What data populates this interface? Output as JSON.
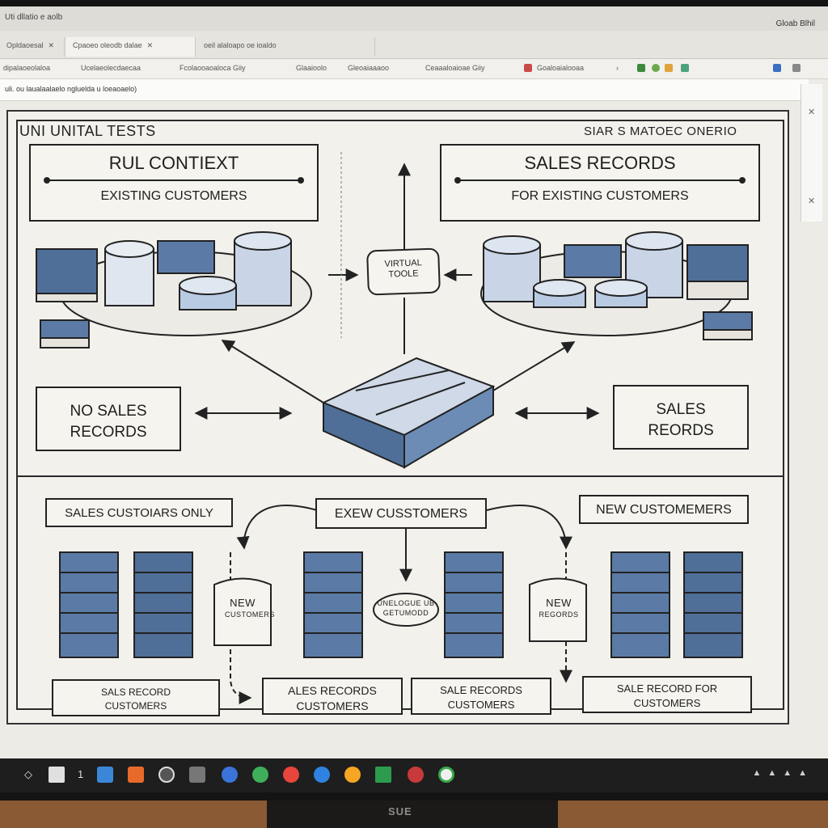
{
  "window": {
    "title": "Uti dllatio e aolb",
    "corner_label": "Gloab Blhil"
  },
  "tabs": [
    {
      "label": "Opldaoesal",
      "has_close": true
    },
    {
      "label": "Cpaoeo oleodb dalae",
      "has_close": true
    },
    {
      "label": "oeil alaloapo oe ioaldo",
      "has_close": false
    }
  ],
  "bookmarks": [
    {
      "label": "dipalaoeolaloa"
    },
    {
      "label": "Ucelaeolecdaecaa"
    },
    {
      "label": "Fcolaooaoaloca Giiy"
    },
    {
      "label": "Glaaioolo"
    },
    {
      "label": "Gleoaiaaaoo"
    },
    {
      "label": "Ceaaaloaioae Giiy"
    },
    {
      "label": "Goaloaialooaa"
    }
  ],
  "address": {
    "text": "uli. ou laualaalaelo ngluelda u loeaoaelo)"
  },
  "diagram": {
    "top_left_title": "UNI UNITAL TESTS",
    "top_right_title": "SIAR S MATOEC ONERIO",
    "top_left_box": {
      "heading": "RUL CONTIEXT",
      "subtext": "EXISTING CUSTOMERS"
    },
    "top_right_box": {
      "heading": "SALES RECORDS",
      "subtext": "FOR EXISTING CUSTOMERS"
    },
    "center_badge": {
      "line1": "VIRTUAL",
      "line2": "TOOLE"
    },
    "mid_left_box": {
      "line1": "NO SALES",
      "line2": "RECORDS"
    },
    "mid_right_box": {
      "line1": "SALES",
      "line2": "REORDS"
    },
    "bottom_left_label": "SALES CUSTOIARS ONLY",
    "bottom_center_label": "EXEW CUSSTOMERS",
    "bottom_right_label": "NEW CUSTOMEMERS",
    "bottom_left_card": {
      "line1": "NEW",
      "line2": "CUSTOMERS"
    },
    "bottom_center_bubble": {
      "line1": "UNELOGUE UB",
      "line2": "GETUMODD"
    },
    "bottom_right_card": {
      "line1": "NEW",
      "line2": "REGORDS"
    },
    "footer_boxes": [
      {
        "line1": "SALS RECORD",
        "line2": "CUSTOMERS"
      },
      {
        "line1": "ALES RECORDS",
        "line2": "CUSTOMERS"
      },
      {
        "line1": "SALE RECORDS",
        "line2": "CUSTOMERS"
      },
      {
        "line1": "SALE RECORD FOR",
        "line2": "CUSTOMERS"
      }
    ]
  },
  "taskbar": {
    "number_label": "1"
  },
  "monitor": {
    "brand": "SUE"
  },
  "colors": {
    "accent_blue": "#4f6f98",
    "stack_blue": "#5b7ba6",
    "screen_bg": "#ecebe6"
  }
}
